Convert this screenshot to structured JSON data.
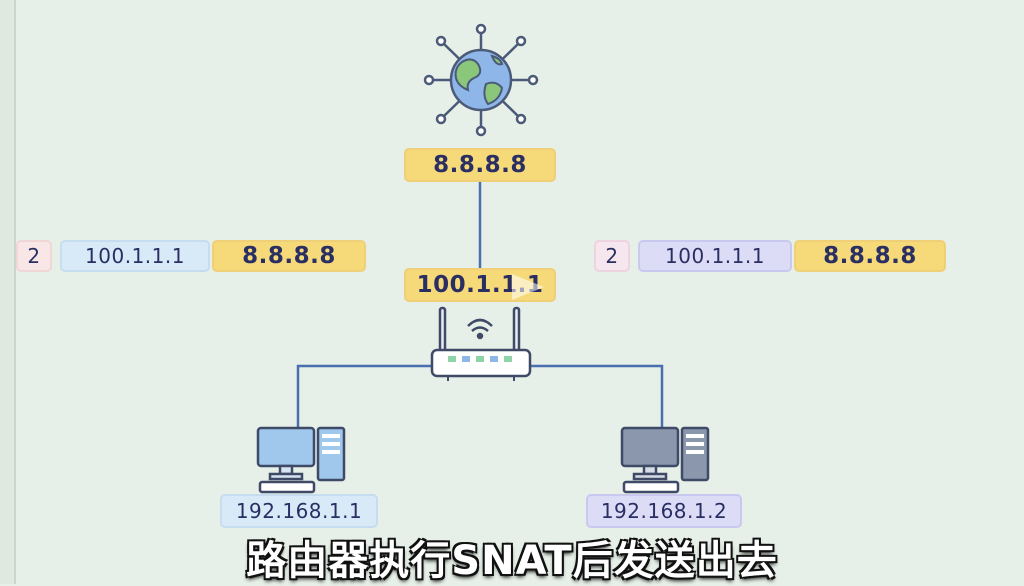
{
  "internet": {
    "ip": "8.8.8.8"
  },
  "router": {
    "wan_ip": "100.1.1.1"
  },
  "hosts": [
    {
      "ip": "192.168.1.1"
    },
    {
      "ip": "192.168.1.2"
    }
  ],
  "packets": {
    "left": {
      "seq": "2",
      "src": "100.1.1.1",
      "dst": "8.8.8.8"
    },
    "right": {
      "seq": "2",
      "src": "100.1.1.1",
      "dst": "8.8.8.8"
    }
  },
  "subtitle": "路由器执行SNAT后发送出去",
  "colors": {
    "background": "#e7f0e8",
    "link": "#4a6fb0",
    "yellow_tag": "#f6d978",
    "blue_tag": "#d8e9f7",
    "purple_tag": "#dcdcf7"
  }
}
